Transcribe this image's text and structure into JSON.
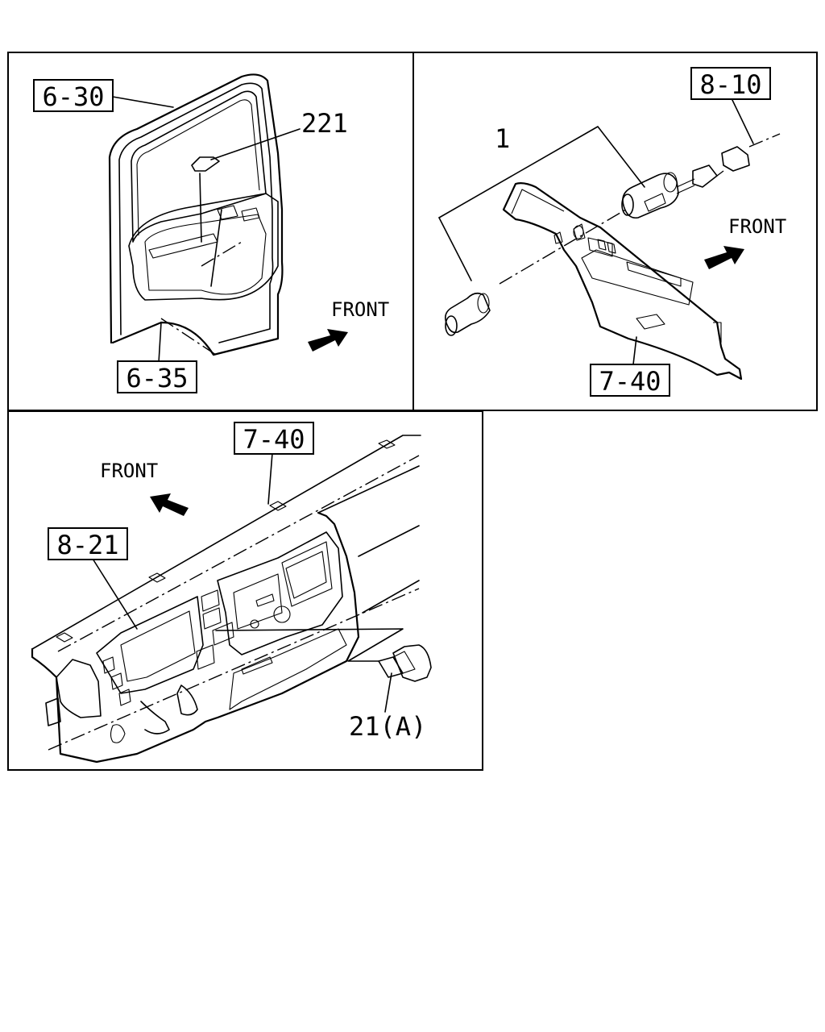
{
  "panels": {
    "door": {
      "labels": {
        "door_panel": "6-30",
        "door_lower": "6-35",
        "part": "221"
      },
      "front": "FRONT"
    },
    "socket": {
      "labels": {
        "harness": "8-10",
        "part": "1",
        "trim": "7-40"
      },
      "front": "FRONT"
    },
    "dash": {
      "labels": {
        "instrument_panel": "7-40",
        "cluster": "8-21",
        "part": "21(A)"
      },
      "front": "FRONT"
    }
  }
}
